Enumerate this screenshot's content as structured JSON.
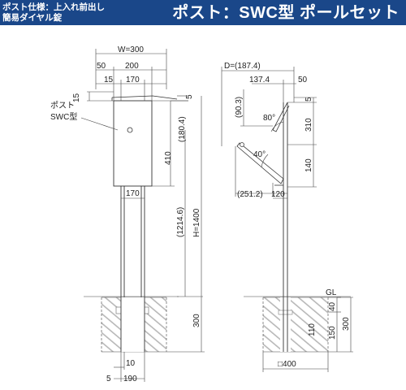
{
  "header": {
    "spec_line1": "ポスト仕様：上入れ前出し",
    "spec_line2": "簡易ダイヤル錠",
    "title": "ポスト：SWC型 ポールセット",
    "bg_color": "#1a4789",
    "text_color": "#ffffff"
  },
  "front_view": {
    "w_total": "W=300",
    "d_50": "50",
    "d_200": "200",
    "d_15a": "15",
    "d_170_top": "170",
    "d_15_left": "15",
    "d_5_right": "5",
    "label_post": "ポスト",
    "label_model": "SWC型",
    "d_180_4": "(180.4)",
    "d_410": "410",
    "d_170_mid": "170",
    "d_1214_6": "(1214.6)",
    "d_h1400": "H=1400",
    "d_300_found": "300",
    "d_10": "10",
    "d_5_bottom": "5",
    "d_190": "190"
  },
  "side_view": {
    "d_total": "D=(187.4)",
    "d_137_4": "137.4",
    "d_50": "50",
    "d_90_3": "(90.3)",
    "d_5": "5",
    "angle_80": "80°",
    "d_310": "310",
    "angle_40": "40°",
    "d_140": "140",
    "d_251_2": "(251.2)",
    "d_120": "120",
    "gl": "GL",
    "d_40": "40",
    "d_300": "300",
    "d_150": "150",
    "d_110": "110",
    "d_square400": "□400"
  }
}
